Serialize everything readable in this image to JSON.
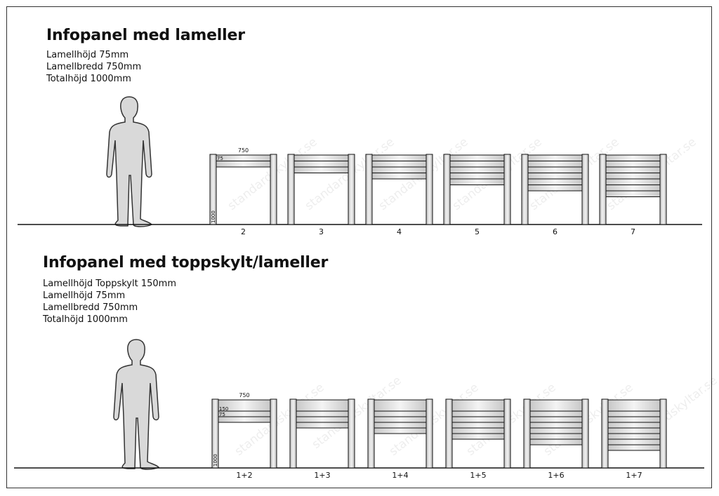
{
  "section1": {
    "title": "Infopanel med lameller",
    "specs": [
      "Lamellhöjd 75mm",
      "Lamellbredd 750mm",
      "Totalhöjd 1000mm"
    ],
    "dim_width": "750",
    "dim_slat": "75",
    "dim_height": "1000",
    "panels": [
      {
        "label": "2",
        "top_sign": false,
        "slats": 2
      },
      {
        "label": "3",
        "top_sign": false,
        "slats": 3
      },
      {
        "label": "4",
        "top_sign": false,
        "slats": 4
      },
      {
        "label": "5",
        "top_sign": false,
        "slats": 5
      },
      {
        "label": "6",
        "top_sign": false,
        "slats": 6
      },
      {
        "label": "7",
        "top_sign": false,
        "slats": 7
      }
    ]
  },
  "section2": {
    "title": "Infopanel med toppskylt/lameller",
    "specs": [
      "Lamellhöjd Toppskylt 150mm",
      "Lamellhöjd 75mm",
      "Lamellbredd 750mm",
      "Totalhöjd 1000mm"
    ],
    "dim_width": "750",
    "dim_sign": "150",
    "dim_slat": "75",
    "dim_height": "1000",
    "panels": [
      {
        "label": "1+2",
        "top_sign": true,
        "slats": 2
      },
      {
        "label": "1+3",
        "top_sign": true,
        "slats": 3
      },
      {
        "label": "1+4",
        "top_sign": true,
        "slats": 4
      },
      {
        "label": "1+5",
        "top_sign": true,
        "slats": 5
      },
      {
        "label": "1+6",
        "top_sign": true,
        "slats": 6
      },
      {
        "label": "1+7",
        "top_sign": true,
        "slats": 7
      }
    ]
  },
  "watermark": "standardskyltar.se",
  "colors": {
    "silhouette": "#d9d9d9",
    "line": "#111111",
    "slat_light": "#f2f2f2",
    "slat_dark": "#c4c4c4"
  }
}
